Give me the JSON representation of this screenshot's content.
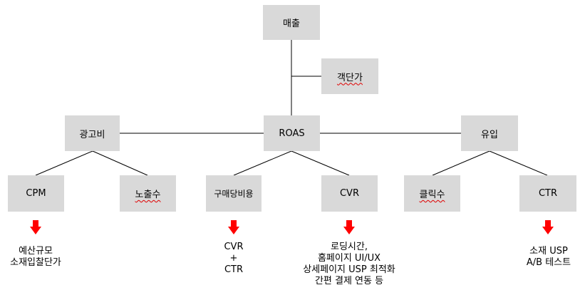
{
  "colors": {
    "node_fill": "#d9d9d9",
    "line": "#000000",
    "arrow": "#ff0000",
    "spellcheck": "#e00000"
  },
  "nodes": {
    "revenue": "매출",
    "aov": "객단가",
    "ad_cost": "광고비",
    "roas": "ROAS",
    "traffic": "유입",
    "cpm": "CPM",
    "impressions": "노출수",
    "cost_per_purchase": "구매당비용",
    "cvr": "CVR",
    "clicks": "클릭수",
    "ctr": "CTR"
  },
  "notes": {
    "cpm": [
      "예산규모",
      "소재입찰단가"
    ],
    "cost_per_purchase": [
      "CVR",
      "+",
      "CTR"
    ],
    "cvr": [
      "로딩시간,",
      "홈페이지 UI/UX",
      "상세페이지 USP 최적화",
      "간편 결제 연동 등"
    ],
    "ctr": [
      "소재 USP",
      "A/B 테스트"
    ]
  },
  "icons": {
    "arrow": "down-arrow-icon"
  }
}
